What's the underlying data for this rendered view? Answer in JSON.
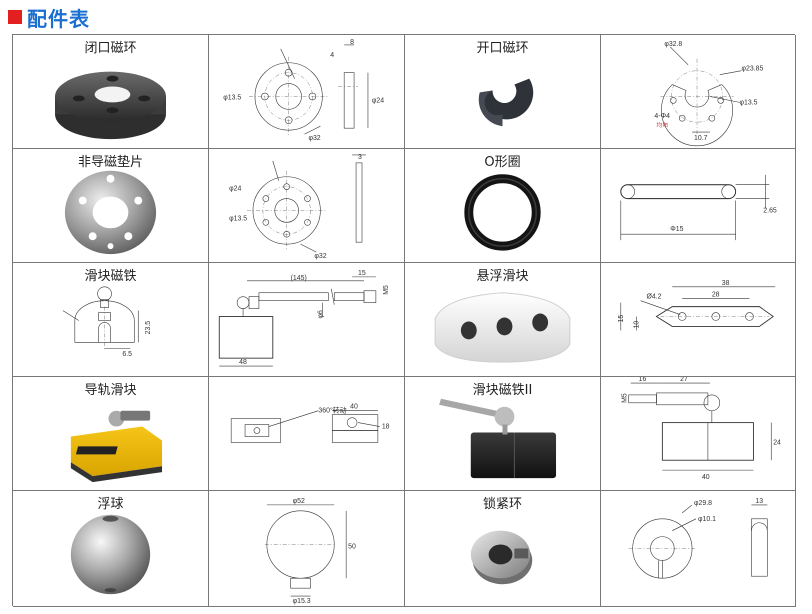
{
  "header": {
    "title": "配件表"
  },
  "parts": [
    {
      "name": "闭口磁环",
      "drawing": {
        "dims": [
          "8",
          "4",
          "φ13.5",
          "φ24",
          "φ32"
        ]
      }
    },
    {
      "name": "开口磁环",
      "drawing": {
        "dims": [
          "φ32.8",
          "φ23.85",
          "φ13.5",
          "4-Φ4",
          "10.7",
          "均布"
        ]
      }
    },
    {
      "name": "非导磁垫片",
      "drawing": {
        "dims": [
          "3",
          "φ24",
          "φ13.5",
          "φ32"
        ]
      }
    },
    {
      "name": "O形圈",
      "drawing": {
        "dims": [
          "2.65",
          "Φ15"
        ]
      }
    },
    {
      "name": "滑块磁铁",
      "drawing": {
        "dims": [
          "23.5",
          "6.5",
          "(145)",
          "15",
          "M5",
          "48",
          "φ6"
        ]
      }
    },
    {
      "name": "悬浮滑块",
      "drawing": {
        "dims": [
          "38",
          "28",
          "Ø4.2",
          "15",
          "10"
        ]
      }
    },
    {
      "name": "导轨滑块",
      "drawing": {
        "dims": [
          "360°转动",
          "40",
          "18"
        ]
      }
    },
    {
      "name": "滑块磁铁II",
      "drawing": {
        "dims": [
          "16",
          "27",
          "24",
          "40",
          "M5"
        ]
      }
    },
    {
      "name": "浮球",
      "drawing": {
        "dims": [
          "φ52",
          "50",
          "φ15.3"
        ]
      }
    },
    {
      "name": "锁紧环",
      "drawing": {
        "dims": [
          "φ29.8",
          "φ10.1",
          "13"
        ]
      }
    }
  ]
}
